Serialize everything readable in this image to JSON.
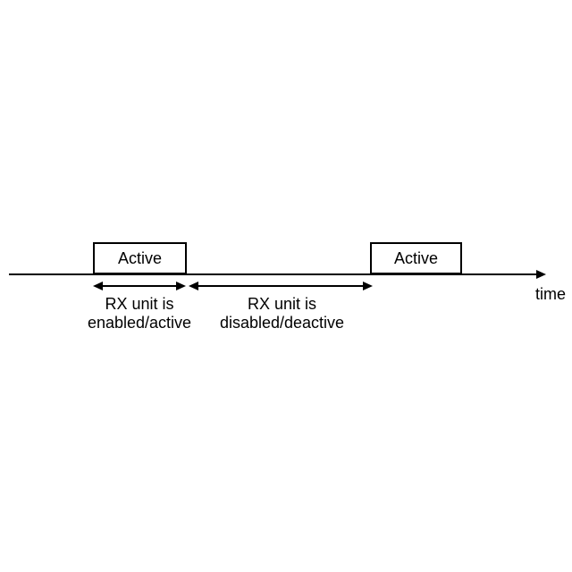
{
  "diagram": {
    "title_semantic": "rx-unit-activity-timing-diagram",
    "colors": {
      "line": "#000000",
      "background": "#ffffff"
    },
    "axis": {
      "label": "time"
    },
    "boxes": [
      {
        "label": "Active"
      },
      {
        "label": "Active"
      }
    ],
    "intervals": [
      {
        "line1": "RX unit is",
        "line2": "enabled/active"
      },
      {
        "line1": "RX unit is",
        "line2": "disabled/deactive"
      }
    ]
  }
}
